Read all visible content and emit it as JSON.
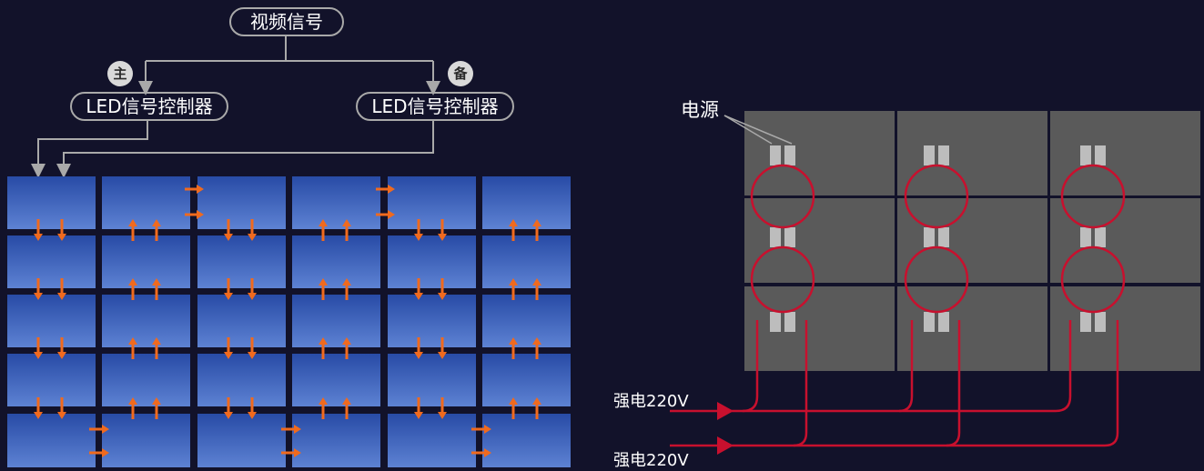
{
  "signal_diagram": {
    "video_signal": "视频信号",
    "primary_badge": "主",
    "backup_badge": "备",
    "controller_primary": "LED信号控制器",
    "controller_backup": "LED信号控制器"
  },
  "power_diagram": {
    "power_label": "电源",
    "mains_label_1": "强电220V",
    "mains_label_2": "强电220V"
  },
  "colors": {
    "background": "#12122a",
    "panel_blue_top": "#2a4fa8",
    "panel_blue_bottom": "#5a7fd0",
    "arrow_orange": "#f06a1e",
    "cabinet_gray": "#5a5a5a",
    "wire_red": "#c8102e",
    "line_gray": "#a9a9a9"
  }
}
